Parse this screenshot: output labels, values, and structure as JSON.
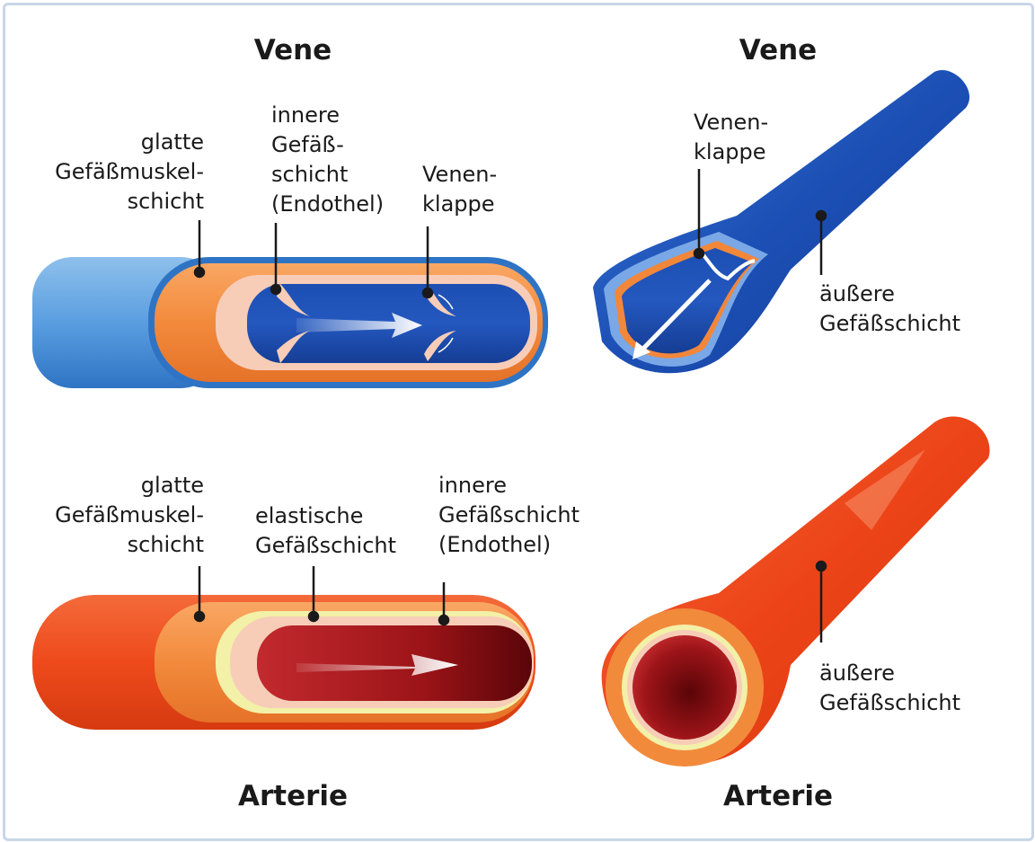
{
  "titles": {
    "vein_left": "Vene",
    "vein_right": "Vene",
    "artery_left": "Arterie",
    "artery_right": "Arterie"
  },
  "labels": {
    "vein_smooth_muscle": [
      "glatte",
      "Gefäßmuskel-",
      "schicht"
    ],
    "vein_inner_layer": [
      "innere",
      "Gefäß-",
      "schicht",
      "(Endothel)"
    ],
    "vein_valve_left": [
      "Venen-",
      "klappe"
    ],
    "vein_valve_right": [
      "Venen-",
      "klappe"
    ],
    "vein_outer_layer": [
      "äußere",
      "Gefäßschicht"
    ],
    "artery_smooth_muscle": [
      "glatte",
      "Gefäßmuskel-",
      "schicht"
    ],
    "artery_elastic_layer": [
      "elastische",
      "Gefäßschicht"
    ],
    "artery_inner_layer": [
      "innere",
      "Gefäßschicht",
      "(Endothel)"
    ],
    "artery_outer_layer": [
      "äußere",
      "Gefäßschicht"
    ]
  },
  "colors": {
    "frame": "#c9d6ea",
    "vein_outer": "#4a8fd4",
    "vein_lumen": "#1848a8",
    "muscle": "#f2873a",
    "endothel": "#f7cdb8",
    "artery_outer": "#ee4a1c",
    "artery_lumen": "#8b0d12",
    "elastic": "#f3f0a8"
  }
}
